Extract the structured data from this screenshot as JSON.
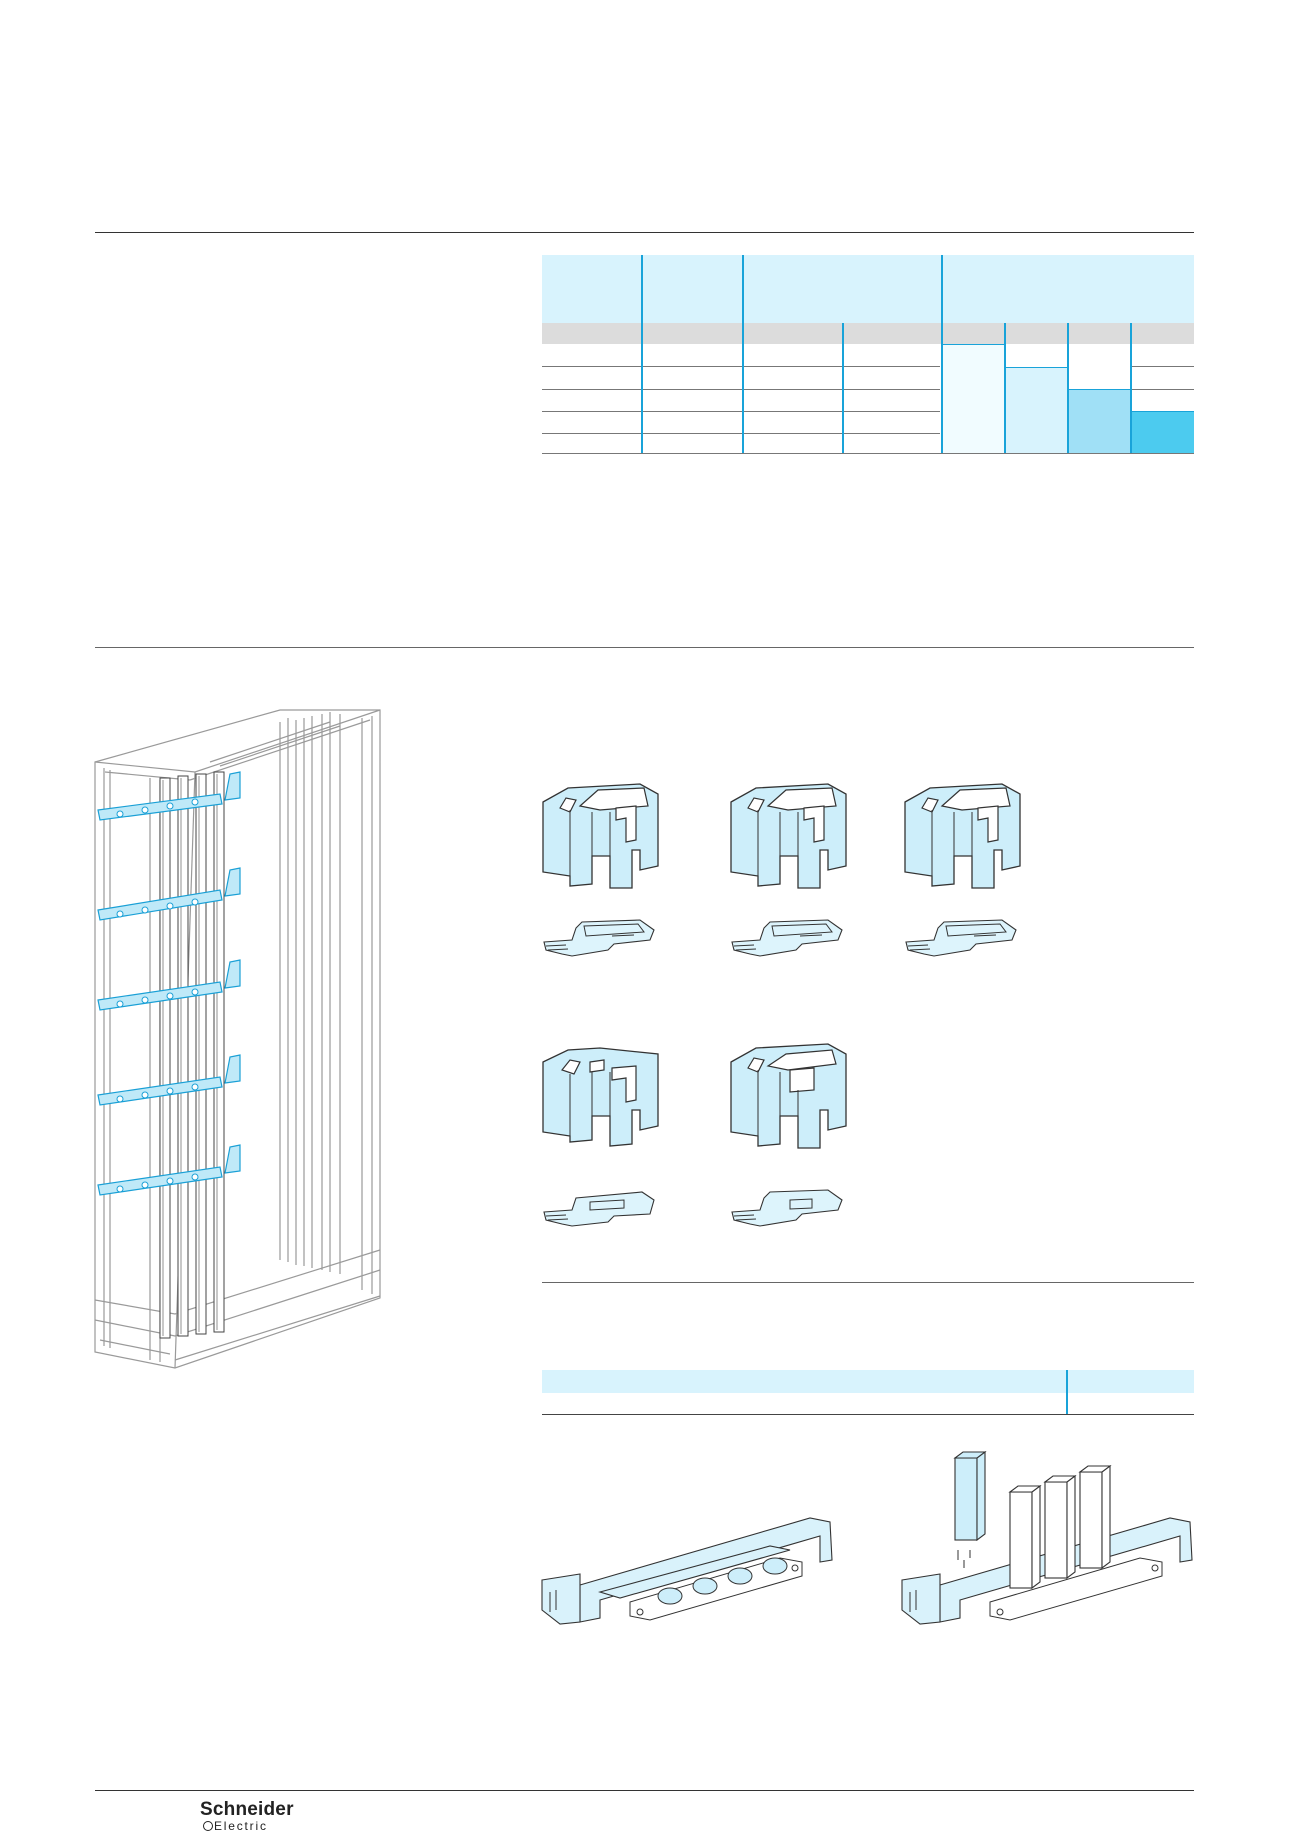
{
  "footer": {
    "brand_line1": "Schneider",
    "brand_line2": "Electric"
  },
  "colors": {
    "table_header": "#d8f3fd",
    "table_band": "#dcdcdc",
    "divider_blue": "#19a3d9",
    "fill_1": "#f1fcff",
    "fill_2": "#d8f3fd",
    "fill_3": "#a0e0f6",
    "fill_4": "#4ccbef"
  },
  "icons": [
    "cabinet-busbar-drawing",
    "busbar-support-block",
    "support-plate-outline",
    "busbar-support-bracket",
    "busbar-support-with-bars"
  ]
}
